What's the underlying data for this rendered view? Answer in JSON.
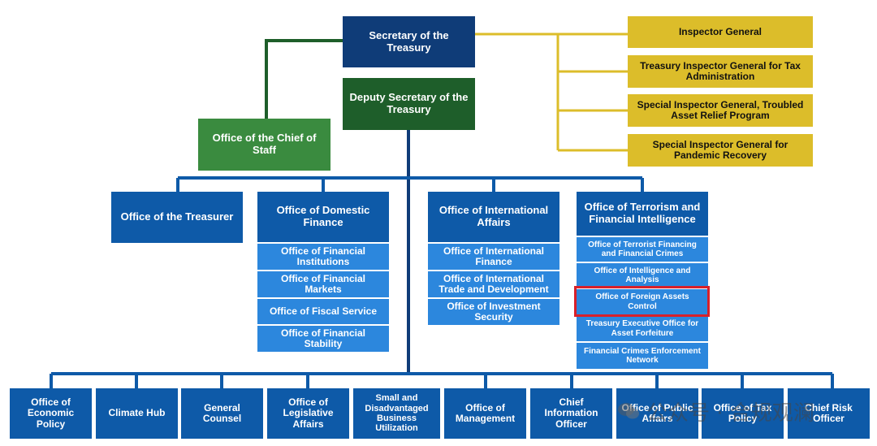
{
  "top": {
    "secretary": "Secretary of the Treasury",
    "deputy": "Deputy Secretary of the Treasury",
    "chief_of_staff": "Office of the Chief of Staff"
  },
  "inspectors": [
    "Inspector General",
    "Treasury Inspector General for Tax Administration",
    "Special Inspector General, Troubled Asset Relief Program",
    "Special Inspector General for Pandemic Recovery"
  ],
  "middle": {
    "treasurer": "Office of the Treasurer",
    "domestic_finance": {
      "title": "Office of Domestic Finance",
      "items": [
        "Office of Financial Institutions",
        "Office of Financial Markets",
        "Office of Fiscal Service",
        "Office of Financial Stability"
      ]
    },
    "international_affairs": {
      "title": "Office of International Affairs",
      "items": [
        "Office of International Finance",
        "Office of International Trade and Development",
        "Office of Investment Security"
      ]
    },
    "tfi": {
      "title": "Office of Terrorism and Financial Intelligence",
      "items": [
        "Office of Terrorist Financing and Financial Crimes",
        "Office of Intelligence and Analysis",
        "Office of Foreign Assets Control",
        "Treasury Executive Office for Asset Forfeiture",
        "Financial Crimes Enforcement Network"
      ],
      "highlighted": "Office of Foreign Assets Control"
    }
  },
  "bottom": [
    "Office of Economic Policy",
    "Climate Hub",
    "General Counsel",
    "Office of Legislative Affairs",
    "Small and Disadvantaged Business Utilization",
    "Office of Management",
    "Chief Information Officer",
    "Office of Public Affairs",
    "Office of Tax Policy",
    "Chief Risk Officer"
  ],
  "watermark": {
    "text": "公众号 · 合规观澜",
    "icon": "chat-bubble-icon"
  },
  "colors": {
    "navy": "#0f3c78",
    "dark_green": "#1e5e2a",
    "light_green": "#3a8b3f",
    "blue": "#0e5aa8",
    "sub_blue": "#2c87dd",
    "gold": "#dcbd2a",
    "highlight": "#d8202a"
  }
}
